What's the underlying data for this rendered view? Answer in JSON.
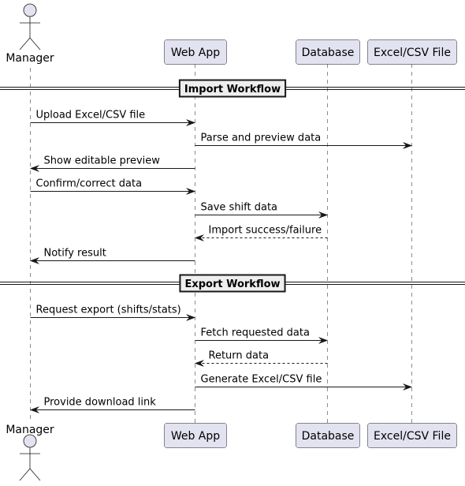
{
  "participants": [
    {
      "id": "manager",
      "label": "Manager",
      "kind": "actor"
    },
    {
      "id": "webapp",
      "label": "Web App",
      "kind": "box"
    },
    {
      "id": "database",
      "label": "Database",
      "kind": "box"
    },
    {
      "id": "file",
      "label": "Excel/CSV File",
      "kind": "box"
    }
  ],
  "sections": [
    {
      "title": "Import Workflow",
      "messages": [
        {
          "from": "manager",
          "to": "webapp",
          "text": "Upload Excel/CSV file",
          "style": "solid"
        },
        {
          "from": "webapp",
          "to": "file",
          "text": "Parse and preview data",
          "style": "solid"
        },
        {
          "from": "webapp",
          "to": "manager",
          "text": "Show editable preview",
          "style": "solid"
        },
        {
          "from": "manager",
          "to": "webapp",
          "text": "Confirm/correct data",
          "style": "solid"
        },
        {
          "from": "webapp",
          "to": "database",
          "text": "Save shift data",
          "style": "solid"
        },
        {
          "from": "database",
          "to": "webapp",
          "text": "Import success/failure",
          "style": "dashed"
        },
        {
          "from": "webapp",
          "to": "manager",
          "text": "Notify result",
          "style": "solid"
        }
      ]
    },
    {
      "title": "Export Workflow",
      "messages": [
        {
          "from": "manager",
          "to": "webapp",
          "text": "Request export (shifts/stats)",
          "style": "solid"
        },
        {
          "from": "webapp",
          "to": "database",
          "text": "Fetch requested data",
          "style": "solid"
        },
        {
          "from": "database",
          "to": "webapp",
          "text": "Return data",
          "style": "dashed"
        },
        {
          "from": "webapp",
          "to": "file",
          "text": "Generate Excel/CSV file",
          "style": "solid"
        },
        {
          "from": "webapp",
          "to": "manager",
          "text": "Provide download link",
          "style": "solid"
        }
      ]
    }
  ],
  "colors": {
    "participant_fill": "#E2E2F0",
    "participant_stroke": "#181818",
    "lifeline": "#181818",
    "arrow": "#181818",
    "section_fill": "#EEEEEE",
    "text": "#000000"
  }
}
